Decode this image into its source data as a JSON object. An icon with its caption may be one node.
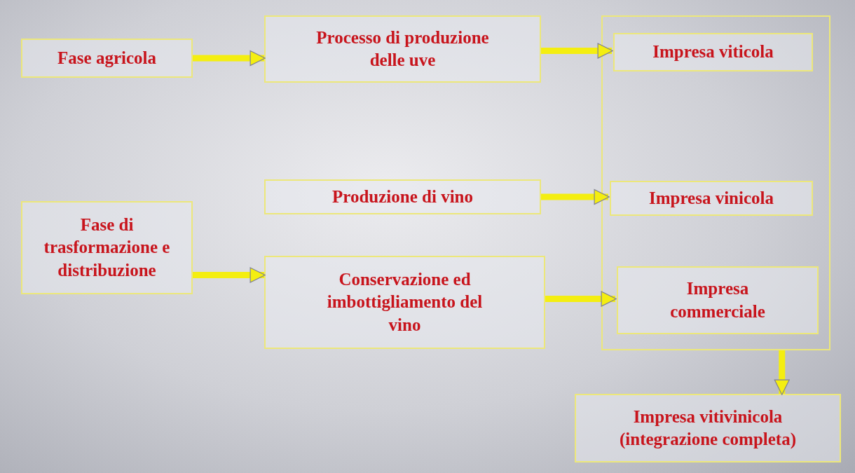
{
  "diagram": {
    "nodes": [
      {
        "text": [
          "Fase agricola"
        ]
      },
      {
        "text": [
          "Processo di produzione delle uve"
        ]
      },
      {
        "text": [],
        "shape": "box"
      },
      {
        "text": [
          "Impresa viticola"
        ],
        "in": 2
      },
      {
        "text": [
          "Fase di trasformazione e distribuzione"
        ]
      },
      {
        "text": [
          "Produzione di vino"
        ]
      },
      {
        "text": [
          "Impresa vinicola"
        ],
        "in": 2
      },
      {
        "text": [
          "Conservazione ed imbottigliamento del vino"
        ]
      },
      {
        "text": [
          "Impresa commerciale"
        ],
        "in": 2
      },
      {
        "text": [
          "Impresa vitivinicola (integrazione completa)"
        ]
      }
    ],
    "edges": [
      {
        "from": 0,
        "to": 1,
        "arrow": "to"
      },
      {
        "from": 1,
        "to": 3,
        "arrow": "to"
      },
      {
        "from": 4,
        "to": 7,
        "arrow": "to"
      },
      {
        "from": 5,
        "to": 6,
        "arrow": "to"
      },
      {
        "from": 7,
        "to": 8,
        "arrow": "to"
      },
      {
        "from": 2,
        "to": 9,
        "arrow": "to"
      }
    ]
  }
}
